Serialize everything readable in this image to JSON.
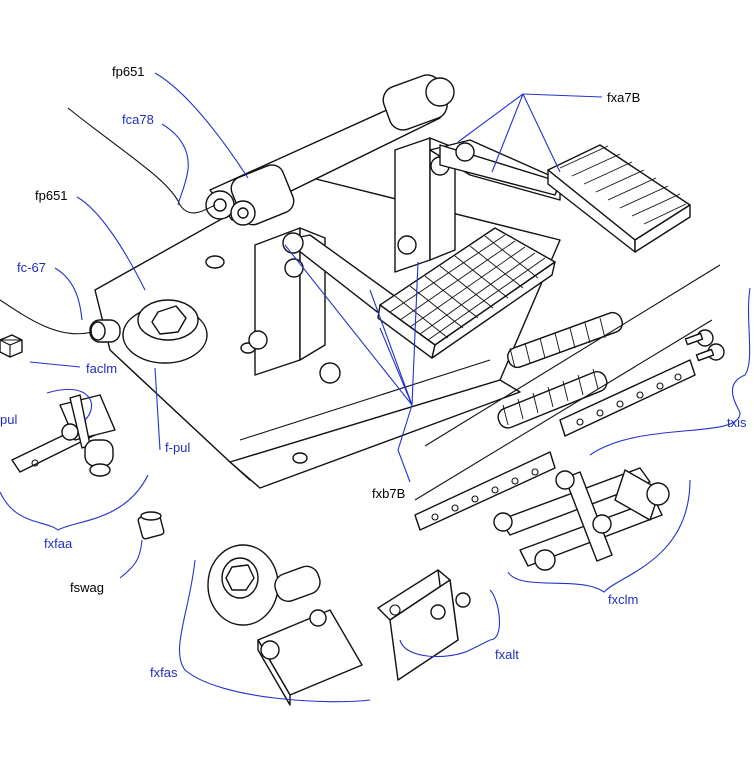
{
  "labels": {
    "fp651_top": "fp651",
    "fca78": "fca78",
    "fxa7B": "fxa7B",
    "fp651_mid": "fp651",
    "fc67": "fc-67",
    "faclm": "faclm",
    "pul": "pul",
    "fpul": "f-pul",
    "txis": "txis",
    "fxb7B": "fxb7B",
    "fxfaa": "fxfaa",
    "fswag": "fswag",
    "fxclm": "fxclm",
    "fxalt": "fxalt",
    "fxfas": "fxfas"
  },
  "colors": {
    "black_label": "#000000",
    "blue_label": "#1f2fbf",
    "leader": "#2233cc"
  }
}
